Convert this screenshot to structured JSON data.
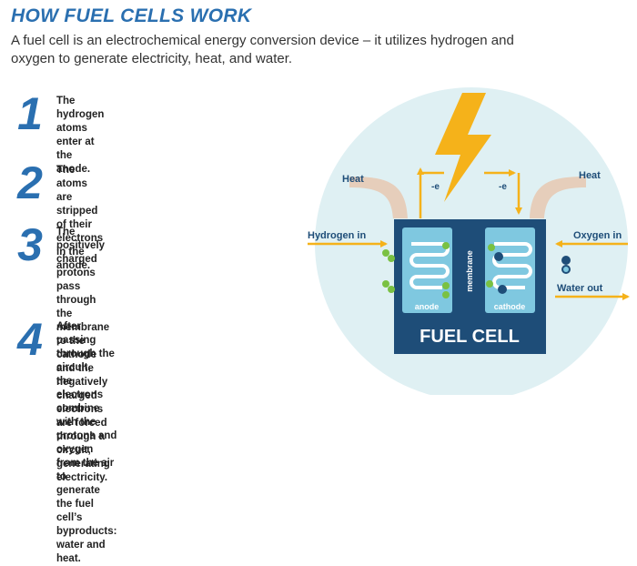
{
  "header": {
    "title": "HOW FUEL CELLS WORK",
    "subtitle": "A fuel cell is an electrochemical energy conversion device – it utilizes hydrogen and oxygen to generate electricity, heat, and water."
  },
  "steps": [
    {
      "number": "1",
      "lines": [
        "The hydrogen atoms",
        "enter at the anode."
      ]
    },
    {
      "number": "2",
      "lines": [
        "The atoms are stripped",
        "of their electrons in the",
        "anode."
      ]
    },
    {
      "number": "3",
      "lines": [
        "The positively charged protons",
        "pass through the membrane to the",
        "cathode and the negatively charged",
        "electrons are forced through a",
        "circuit, generating electricity."
      ]
    },
    {
      "number": "4",
      "lines": [
        "After passing through the circuit,",
        "the electrons combine with the",
        "protons and oxygen from the air to",
        "generate the fuel cell’s byproducts:",
        "water and heat."
      ]
    }
  ],
  "diagram": {
    "heat_left": "Heat",
    "heat_right": "Heat",
    "electron_left": "-e",
    "electron_right": "-e",
    "hydrogen_in": "Hydrogen in",
    "oxygen_in": "Oxygen in",
    "water_out": "Water out",
    "anode": "anode",
    "cathode": "cathode",
    "membrane": "membrane",
    "cell_label": "FUEL CELL",
    "colors": {
      "circle": "#dff0f3",
      "cell": "#1e4d78",
      "electrode": "#7fc8e0",
      "arrow": "#f5b21a",
      "bolt": "#f5b21a",
      "hydrogen": "#7ac142",
      "text_blue": "#1e4d78",
      "accent": "#2a6fb0"
    }
  }
}
